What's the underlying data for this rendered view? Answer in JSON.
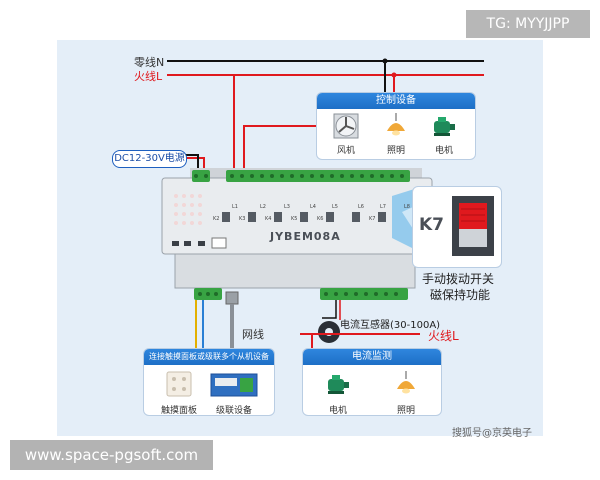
{
  "watermark_top": "TG: MYYJJPP",
  "watermark_bottom": "www.space-pgsoft.com",
  "lines": {
    "neutral": "零线N",
    "live": "火线L"
  },
  "dc_supply": "DC12-30V电源",
  "module": {
    "model": "JYBEM08A",
    "relay_labels": [
      "L1",
      "L2",
      "L3",
      "L4",
      "L5",
      "L6",
      "L7",
      "L8"
    ],
    "key_labels": [
      "K2",
      "K3",
      "K4",
      "K5",
      "K6",
      "K7"
    ]
  },
  "control_panel": {
    "title": "控制设备",
    "devices": [
      {
        "name": "风机",
        "icon": "fan-icon"
      },
      {
        "name": "照明",
        "icon": "lamp-icon"
      },
      {
        "name": "电机",
        "icon": "motor-icon"
      }
    ]
  },
  "switch_callout": {
    "key": "K7",
    "caption_line1": "手动拨动开关",
    "caption_line2": "磁保持功能"
  },
  "ct": {
    "label": "电流互感器(30-100A)",
    "live": "火线L"
  },
  "network_label": "网线",
  "connect_panel": {
    "title": "连接触摸面板或级联多个从机设备",
    "devices": [
      {
        "name": "触摸面板",
        "icon": "touch-panel-icon"
      },
      {
        "name": "级联设备",
        "icon": "cascade-device-icon"
      }
    ]
  },
  "monitor_panel": {
    "title": "电流监测",
    "devices": [
      {
        "name": "电机",
        "icon": "motor-icon"
      },
      {
        "name": "照明",
        "icon": "lamp-icon"
      }
    ]
  },
  "footer": "搜狐号@京英电子",
  "colors": {
    "live": "#e0191e",
    "neutral": "#111111",
    "panel_header": "#1f72c9",
    "background": "#e4eef8"
  }
}
